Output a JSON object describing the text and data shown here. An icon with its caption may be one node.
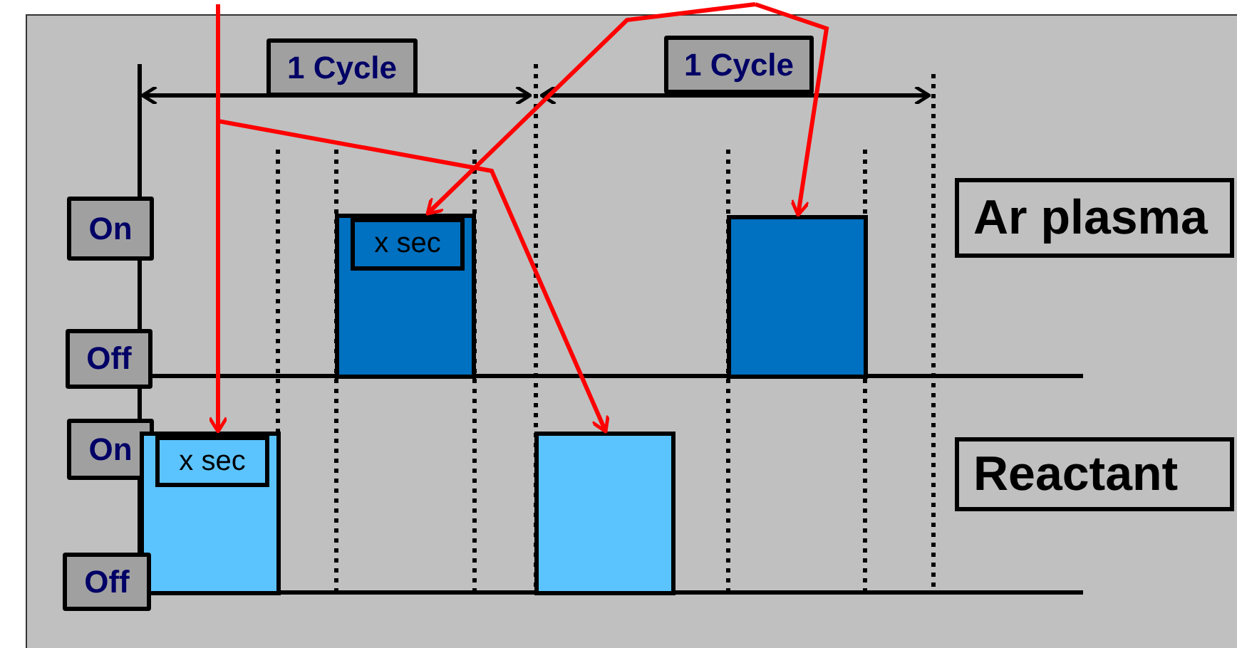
{
  "diagram": {
    "nodes": [
      {
        "text": [
          "1 Cycle"
        ]
      },
      {
        "text": [
          "1 Cycle"
        ]
      },
      {
        "text": [
          "On"
        ]
      },
      {
        "text": [],
        "shape": "bar"
      },
      {
        "text": [
          "x sec"
        ],
        "in": 3
      },
      {
        "text": [],
        "shape": "bar"
      },
      {
        "text": [
          "Ar plasma"
        ]
      },
      {
        "text": [
          "Off"
        ]
      },
      {
        "text": [
          "On"
        ]
      },
      {
        "text": [],
        "shape": "bar"
      },
      {
        "text": [
          "x sec"
        ],
        "in": 9
      },
      {
        "text": [],
        "shape": "bar"
      },
      {
        "text": [
          "Reactant"
        ]
      },
      {
        "text": [
          "Off"
        ]
      }
    ],
    "edges": [
      {
        "from": null,
        "to": 9,
        "arrow": "to"
      },
      {
        "from": null,
        "to": 11,
        "arrow": "to"
      },
      {
        "from": null,
        "to": 3,
        "arrow": "to"
      },
      {
        "from": null,
        "to": 5,
        "arrow": "to"
      }
    ]
  }
}
